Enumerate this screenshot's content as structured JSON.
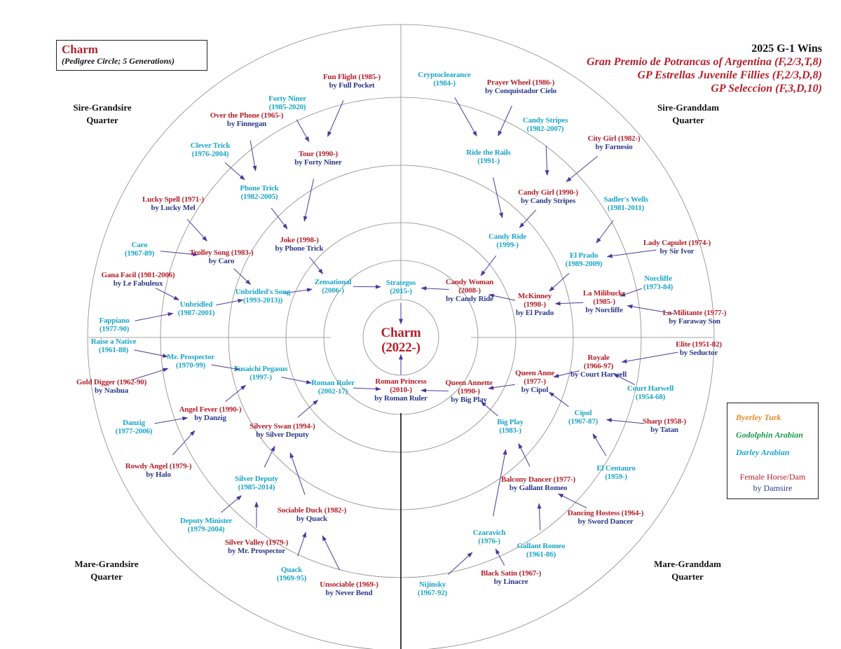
{
  "title": {
    "name": "Charm",
    "subtitle": "(Pedigree Circle; 5 Generations)"
  },
  "wins": {
    "heading": "2025 G-1 Wins",
    "races": [
      "Gran Premio de Potrancas of Argentina (F,2/3,T,8)",
      "GP Estrellas Juvenile Fillies (F,2/3,D,8)",
      "GP Seleccion (F,3,D,10)"
    ]
  },
  "quarters": {
    "sg": [
      "Sire-Grandsire",
      "Quarter"
    ],
    "sd": [
      "Sire-Granddam",
      "Quarter"
    ],
    "mg": [
      "Mare-Grandsire",
      "Quarter"
    ],
    "md": [
      "Mare-Granddam",
      "Quarter"
    ]
  },
  "legend": {
    "byerley": "Byerley Turk",
    "godolphin": "Godolphin Arabian",
    "darley": "Darley Arabian",
    "female": "Female Horse/Dam",
    "damsire": "by Damsire",
    "colors": {
      "byerley": "#e8892b",
      "godolphin": "#1a9a4a",
      "darley": "#1ba6c8",
      "female": "#b5202b",
      "damsire": "#2e3a8c"
    }
  },
  "horses": {
    "charm": {
      "name": "Charm",
      "dates": "(2022-)"
    },
    "strategos": {
      "name": "Strategos",
      "dates": "(2015-)"
    },
    "romanPrincess": {
      "name": "Roman Princess",
      "dates": "(2010-)",
      "by": "by Roman Ruler"
    },
    "zensational": {
      "name": "Zensational",
      "dates": "(2006-)"
    },
    "candyWoman": {
      "name": "Candy Woman",
      "dates": "(2008-)",
      "by": "by Candy Ride"
    },
    "romanRuler": {
      "name": "Roman Ruler",
      "dates": "(2002-17)"
    },
    "queenAnnette": {
      "name": "Queen Annette",
      "dates": "(1990-)",
      "by": "by Big Play"
    },
    "joke": {
      "name": "Joke",
      "dates": "(1998-)",
      "by": "by Phone Trick"
    },
    "unbridledsSong": {
      "name": "Unbridled's Song",
      "dates": "(1993-2013))"
    },
    "candyRide": {
      "name": "Candy Ride",
      "dates": "(1999-)"
    },
    "mckinney": {
      "name": "McKinney",
      "dates": "(1998-)",
      "by": "by El Prado"
    },
    "fusaichi": {
      "name": "Fusaichi Pegasus",
      "dates": "(1997-)"
    },
    "silverySwan": {
      "name": "Silvery Swan",
      "dates": "(1994-)",
      "by": "by Silver Deputy"
    },
    "queenAnne": {
      "name": "Queen Anne",
      "dates": "(1977-)",
      "by": "by Cipol"
    },
    "bigPlay": {
      "name": "Big Play",
      "dates": "(1983-)"
    },
    "tour": {
      "name": "Tour",
      "dates": "(1990-)",
      "by": "by Forty Niner"
    },
    "phoneTrick": {
      "name": "Phone Trick",
      "dates": "(1982-2005)"
    },
    "trolleySong": {
      "name": "Trolley Song",
      "dates": "(1983-)",
      "by": "by Caro"
    },
    "unbridled": {
      "name": "Unbridled",
      "dates": "(1987-2001)"
    },
    "rideTheRails": {
      "name": "Ride the Rails",
      "dates": "(1991-)"
    },
    "candyGirl": {
      "name": "Candy Girl",
      "dates": "(1990-)",
      "by": "by Candy Stripes"
    },
    "elPrado": {
      "name": "El Prado",
      "dates": "(1989-2009)"
    },
    "laMilibucks": {
      "name": "La Milibucks",
      "dates": "(1985-)",
      "by": "by Norcliffe"
    },
    "mrProspector": {
      "name": "Mr. Prospector",
      "dates": "(1970-99)"
    },
    "angelFever": {
      "name": "Angel Fever",
      "dates": "(1990-)",
      "by": "by Danzig"
    },
    "silverDeputy": {
      "name": "Silver Deputy",
      "dates": "(1985-2014)"
    },
    "sociableDuck": {
      "name": "Sociable Duck",
      "dates": "(1982-)",
      "by": "by Quack"
    },
    "royale": {
      "name": "Royale",
      "dates": "(1966-97)",
      "by": "by Court Harwell"
    },
    "cipol": {
      "name": "Cipol",
      "dates": "(1967-87)"
    },
    "balconyDancer": {
      "name": "Balcony Dancer",
      "dates": "(1977-)",
      "by": "by Gallant Romeo"
    },
    "czaravich": {
      "name": "Czaravich",
      "dates": "(1976-)"
    },
    "funFlight": {
      "name": "Fun Flight",
      "dates": "(1985-)",
      "by": "by Full Pocket"
    },
    "fortyNiner": {
      "name": "Forty Niner",
      "dates": "(1985-2020)"
    },
    "overThePhone": {
      "name": "Over the Phone",
      "dates": "(1965-)",
      "by": "by Finnegan"
    },
    "cleverTrick": {
      "name": "Clever Trick",
      "dates": "(1976-2004)"
    },
    "luckySpell": {
      "name": "Lucky Spell",
      "dates": "(1971-)",
      "by": "by Lucky Mel"
    },
    "caro": {
      "name": "Caro",
      "dates": "(1967-89)"
    },
    "ganaFacil": {
      "name": "Gana Facil",
      "dates": "(1981-2006)",
      "by": "by Le Fabuleux"
    },
    "fappiano": {
      "name": "Fappiano",
      "dates": "(1977-90)"
    },
    "cryptoclearance": {
      "name": "Cryptoclearance",
      "dates": "(1984-)"
    },
    "prayerWheel": {
      "name": "Prayer Wheel",
      "dates": "(1986-)",
      "by": "by Conquistador Cielo"
    },
    "candyStripes": {
      "name": "Candy Stripes",
      "dates": "(1982-2007)"
    },
    "cityGirl": {
      "name": "City Girl",
      "dates": "(1982-)",
      "by": "by Farnesio"
    },
    "sadlersWells": {
      "name": "Sadler's Wells",
      "dates": "(1981-2011)"
    },
    "ladyCapulet": {
      "name": "Lady Capulet",
      "dates": "(1974-)",
      "by": "by Sir Ivor"
    },
    "norcliffe": {
      "name": "Norcliffe",
      "dates": "(1973-84)"
    },
    "laMilitante": {
      "name": "La Militante",
      "dates": "(1977-)",
      "by": "by Faraway Son"
    },
    "raiseANative": {
      "name": "Raise a Native",
      "dates": "(1961-88)"
    },
    "goldDigger": {
      "name": "Gold Digger",
      "dates": "(1962-90)",
      "by": "by Nashua"
    },
    "danzig": {
      "name": "Danzig",
      "dates": "(1977-2006)"
    },
    "rowdyAngel": {
      "name": "Rowdy Angel",
      "dates": "(1979-)",
      "by": "by Halo"
    },
    "deputyMinister": {
      "name": "Deputy Minister",
      "dates": "(1979-2004)"
    },
    "silverValley": {
      "name": "Silver Valley",
      "dates": "(1979-)",
      "by": "by Mr. Prospector"
    },
    "quack": {
      "name": "Quack",
      "dates": "(1969-95)"
    },
    "unsociable": {
      "name": "Unsociable",
      "dates": "(1969-)",
      "by": "by Never Bend"
    },
    "elite": {
      "name": "Elite",
      "dates": "(1951-82)",
      "by": "by Seductor"
    },
    "courtHarwell": {
      "name": "Court Harwell",
      "dates": "(1954-68)"
    },
    "sharp": {
      "name": "Sharp",
      "dates": "(1958-)",
      "by": "by Tatan"
    },
    "elCentauro": {
      "name": "El Centauro",
      "dates": "(1959-)"
    },
    "dancingHostess": {
      "name": "Dancing Hostess",
      "dates": "(1964-)",
      "by": "by Sword Dancer"
    },
    "gallantRomeo": {
      "name": "Gallant Romeo",
      "dates": "(1961-86)"
    },
    "blackSatin": {
      "name": "Black Satin",
      "dates": "(1967-)",
      "by": "by Linacre"
    },
    "nijinsky": {
      "name": "Nijinsky",
      "dates": "(1967-92)"
    }
  }
}
